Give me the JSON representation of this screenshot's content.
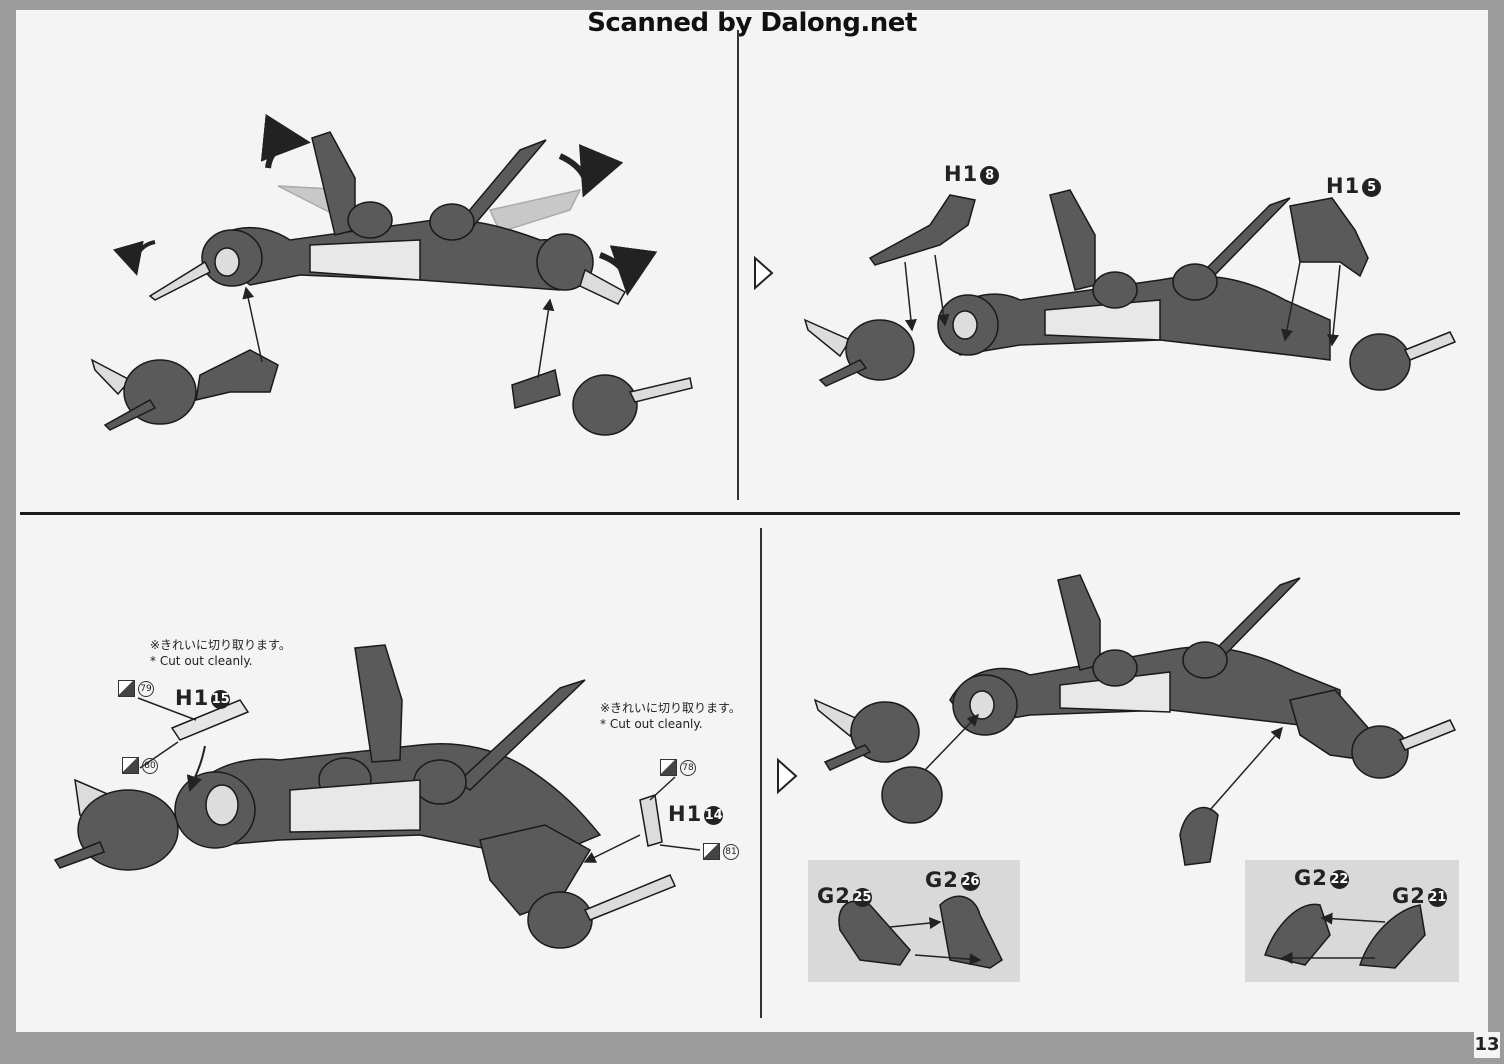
{
  "header": {
    "watermark": "Scanned by Dalong.net"
  },
  "page_number": "13",
  "steps": {
    "top_left": {},
    "top_right": {
      "part_a": {
        "runner": "H1",
        "number": "8"
      },
      "part_b": {
        "runner": "H1",
        "number": "5"
      }
    },
    "bottom_left": {
      "part_a": {
        "runner": "H1",
        "number": "15"
      },
      "part_b": {
        "runner": "H1",
        "number": "14"
      },
      "note_a": {
        "jp": "※きれいに切り取ります。",
        "en": "* Cut out cleanly."
      },
      "note_b": {
        "jp": "※きれいに切り取ります。",
        "en": "* Cut out cleanly."
      },
      "stickers": [
        {
          "id": "79"
        },
        {
          "id": "80"
        },
        {
          "id": "78"
        },
        {
          "id": "81"
        }
      ]
    },
    "bottom_right": {
      "inset_left": [
        {
          "runner": "G2",
          "number": "25"
        },
        {
          "runner": "G2",
          "number": "26"
        }
      ],
      "inset_right": [
        {
          "runner": "G2",
          "number": "22"
        },
        {
          "runner": "G2",
          "number": "21"
        }
      ]
    }
  }
}
